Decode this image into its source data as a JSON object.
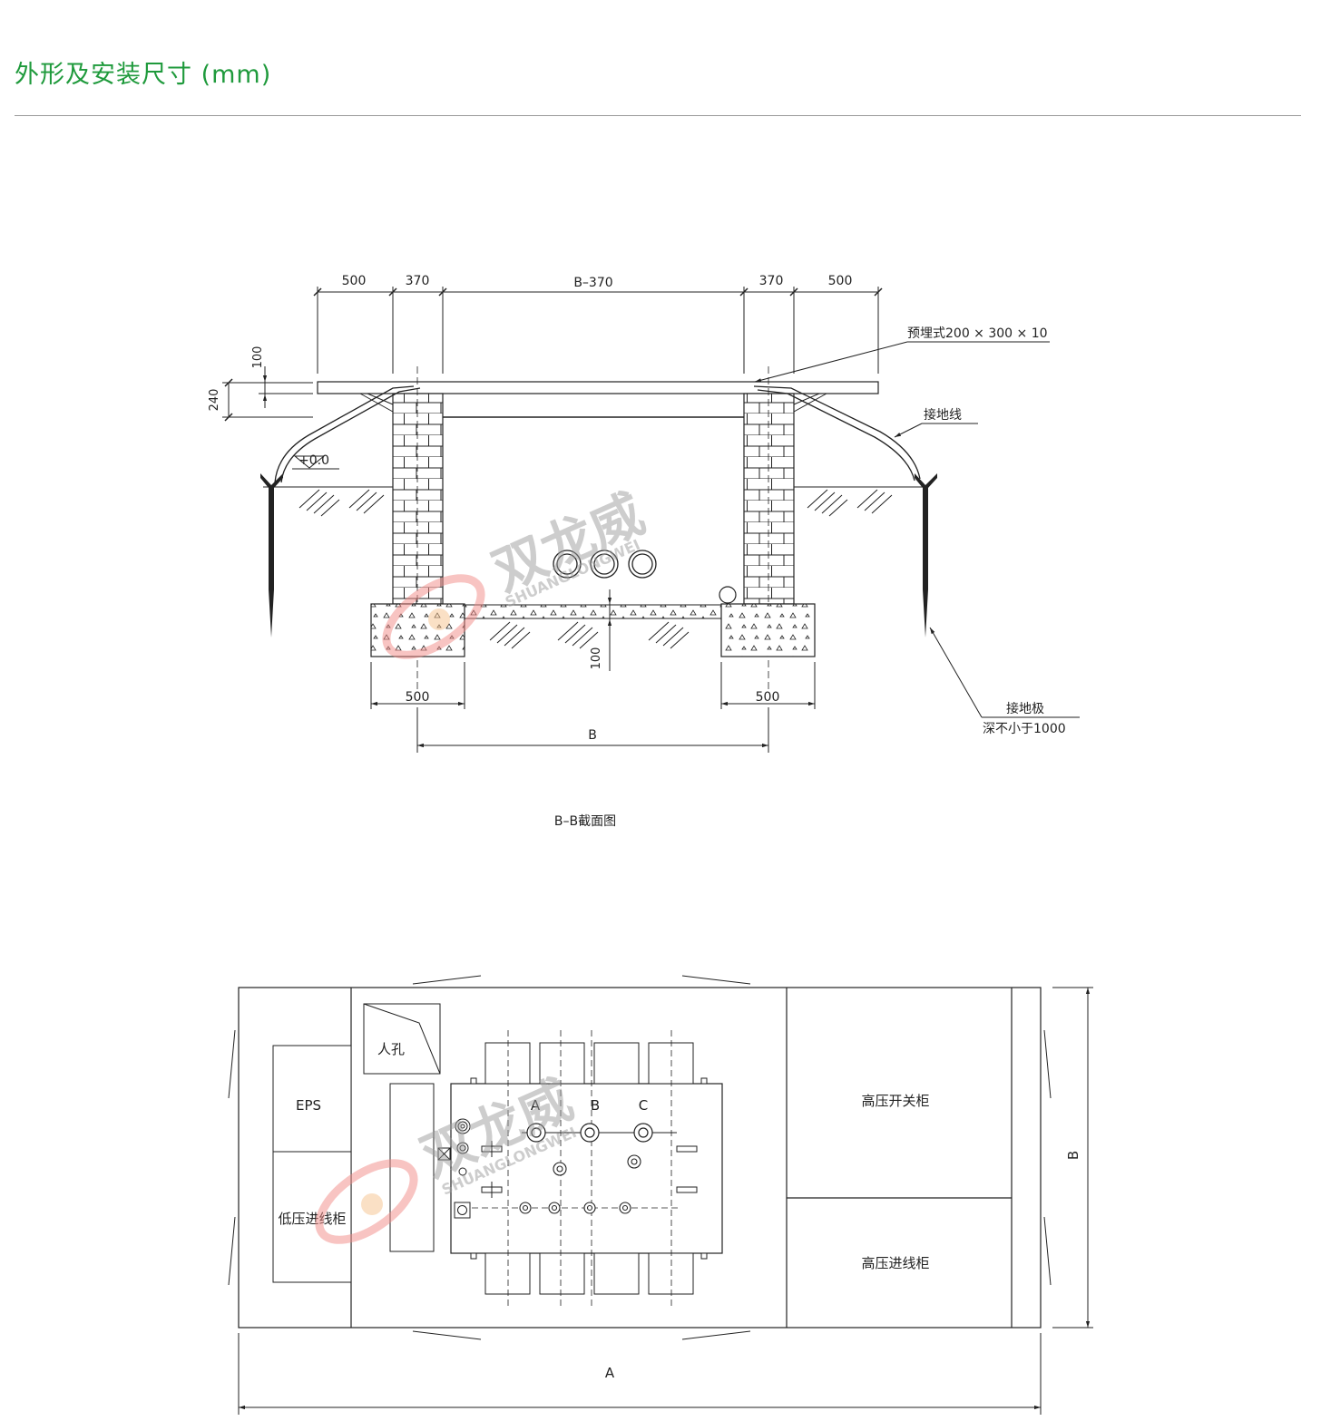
{
  "header": {
    "title": "外形及安装尺寸 (mm)"
  },
  "section_view": {
    "caption": "B–B截面图",
    "dims_top": [
      "500",
      "370",
      "B–370",
      "370",
      "500"
    ],
    "dim_100_top": "100",
    "dim_240": "240",
    "ground_level": "+0.0",
    "embedded_plate": "预埋式200 × 300 × 10",
    "grounding_wire": "接地线",
    "grounding_electrode": "接地极",
    "electrode_depth": "深不小于1000",
    "dim_100_bottom": "100",
    "dims_bottom": [
      "500",
      "500"
    ],
    "dim_B": "B"
  },
  "plan_view": {
    "eps": "EPS",
    "lv_incoming": "低压进线柜",
    "manhole": "人孔",
    "phases": [
      "A",
      "B",
      "C"
    ],
    "hv_switch": "高压开关柜",
    "hv_incoming": "高压进线柜",
    "dim_A": "A",
    "dim_B": "B"
  },
  "watermark": {
    "brand_cn": "双龙威",
    "brand_en": "SHUANGLONGWEI"
  }
}
